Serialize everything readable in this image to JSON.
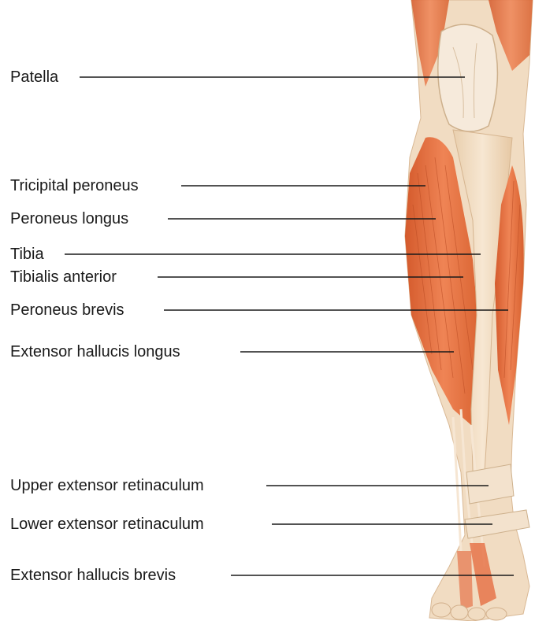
{
  "labels": [
    "Patella",
    "Tricipital peroneus",
    "Peroneus longus",
    "Tibia",
    "Tibialis anterior",
    "Peroneus brevis",
    "Extensor hallucis longus",
    "Upper extensor retinaculum",
    "Lower extensor retinaculum",
    "Extensor hallucis brevis"
  ],
  "colors": {
    "muscle": "#e8703f",
    "muscle_dark": "#c9522a",
    "muscle_light": "#f3a27b",
    "bone": "#f3dcc0",
    "bone_shade": "#e2c29e",
    "tendon": "#f6e6d3",
    "leader_line": "#1a1a1a"
  }
}
